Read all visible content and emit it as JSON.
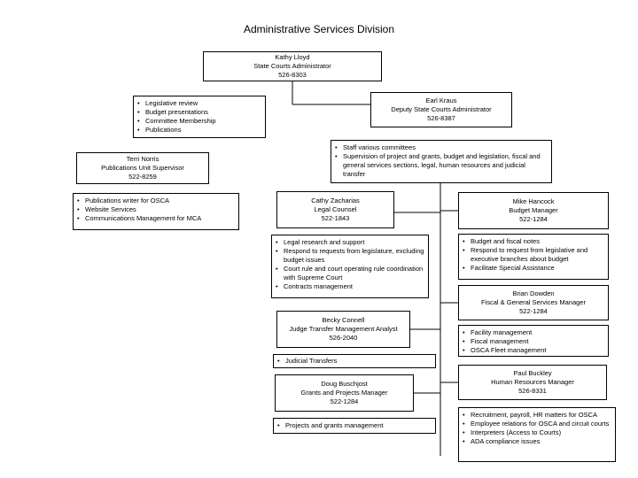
{
  "title": "Administrative Services Division",
  "people": {
    "lloyd": {
      "name": "Kathy Lloyd",
      "role": "State Courts Administrator",
      "phone": "526-8303"
    },
    "kraus": {
      "name": "Earl Kraus",
      "role": "Deputy State Courts Administrator",
      "phone": "526-8387"
    },
    "norris": {
      "name": "Terri Norris",
      "role": "Publications Unit Supervisor",
      "phone": "522-8259"
    },
    "zacharias": {
      "name": "Cathy Zacharias",
      "role": "Legal Counsel",
      "phone": "522-1843"
    },
    "hancock": {
      "name": "Mike Hancock",
      "role": "Budget Manager",
      "phone": "522-1284"
    },
    "connell": {
      "name": "Becky Connell",
      "role": "Judge Transfer Management Analyst",
      "phone": "526-2040"
    },
    "dowden": {
      "name": "Brian Dowden",
      "role": "Fiscal & General Services Manager",
      "phone": "522-1284"
    },
    "buschjost": {
      "name": "Doug Buschjost",
      "role": "Grants and Projects Manager",
      "phone": "522-1284"
    },
    "buckley": {
      "name": "Paul Buckley",
      "role": "Human Resources Manager",
      "phone": "526-8331"
    }
  },
  "duties": {
    "lloyd": [
      "Legislative review",
      "Budget presentations",
      "Committee Membership",
      "Publications"
    ],
    "kraus": [
      "Staff various committees",
      "Supervision of project and grants, budget and legislation, fiscal and general services sections, legal, human resources and judicial transfer"
    ],
    "norris": [
      "Publications writer for OSCA",
      "Website Services",
      "Communications Management for MCA"
    ],
    "zacharias": [
      "Legal research and support",
      "Respond to requests from legislature, excluding budget issues",
      "Court rule and court operating rule coordination with Supreme Court",
      "Contracts management"
    ],
    "hancock": [
      "Budget and fiscal notes",
      "Respond to request from legislative and executive branches about budget",
      "Facilitate Special Assistance"
    ],
    "connell": [
      "Judicial Transfers"
    ],
    "dowden": [
      "Facility management",
      "Fiscal management",
      "OSCA Fleet management"
    ],
    "buschjost": [
      "Projects and grants management"
    ],
    "buckley": [
      "Recruitment, payroll, HR matters for OSCA",
      "Employee relations for OSCA and circuit courts",
      "Interpreters (Access to Courts)",
      "ADA compliance issues"
    ]
  }
}
